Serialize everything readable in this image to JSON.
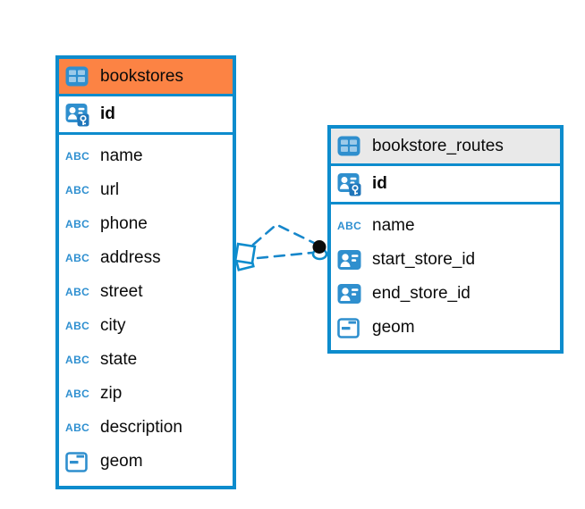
{
  "colors": {
    "border_blue": "#0d8ccd",
    "icon_blue": "#2f8fce",
    "icon_light_blue": "#9ccae9",
    "header_orange": "#fc8344",
    "header_gray": "#e9e9e9",
    "line_blue": "#1787cb",
    "text": "#0a0a0a"
  },
  "icons": {
    "abc_label": "ABC"
  },
  "tables": [
    {
      "name": "bookstores",
      "primary_key": "id",
      "columns": [
        {
          "name": "name",
          "type": "text"
        },
        {
          "name": "url",
          "type": "text"
        },
        {
          "name": "phone",
          "type": "text"
        },
        {
          "name": "address",
          "type": "text"
        },
        {
          "name": "street",
          "type": "text"
        },
        {
          "name": "city",
          "type": "text"
        },
        {
          "name": "state",
          "type": "text"
        },
        {
          "name": "zip",
          "type": "text"
        },
        {
          "name": "description",
          "type": "text"
        },
        {
          "name": "geom",
          "type": "geometry"
        }
      ]
    },
    {
      "name": "bookstore_routes",
      "primary_key": "id",
      "columns": [
        {
          "name": "name",
          "type": "text"
        },
        {
          "name": "start_store_id",
          "type": "foreign_key"
        },
        {
          "name": "end_store_id",
          "type": "foreign_key"
        },
        {
          "name": "geom",
          "type": "geometry"
        }
      ]
    }
  ],
  "relationships": [
    {
      "from": "bookstores",
      "to": "bookstore_routes",
      "style": "dashed",
      "lines": 2
    }
  ]
}
